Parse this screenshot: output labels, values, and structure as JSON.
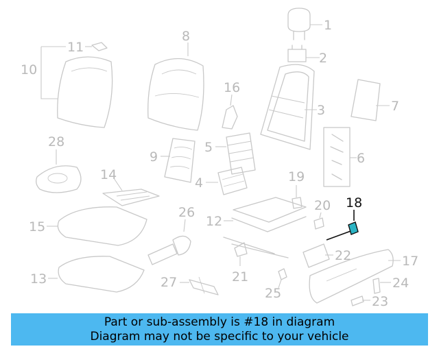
{
  "callouts": {
    "c1": "1",
    "c2": "2",
    "c3": "3",
    "c4": "4",
    "c5": "5",
    "c6": "6",
    "c7": "7",
    "c8": "8",
    "c9": "9",
    "c10": "10",
    "c11": "11",
    "c12": "12",
    "c13": "13",
    "c14": "14",
    "c15": "15",
    "c16": "16",
    "c17": "17",
    "c18": "18",
    "c19": "19",
    "c20": "20",
    "c21": "21",
    "c22": "22",
    "c23": "23",
    "c24": "24",
    "c25": "25",
    "c26": "26",
    "c27": "27",
    "c28": "28"
  },
  "highlighted_part": "18",
  "colors": {
    "banner": "#4db8f0",
    "highlight": "#2bb4c4",
    "parts": "#c8c8c8"
  },
  "banner": {
    "line1": "Part or sub-assembly is #18 in diagram",
    "line2": "Diagram may not be specific to your vehicle"
  }
}
